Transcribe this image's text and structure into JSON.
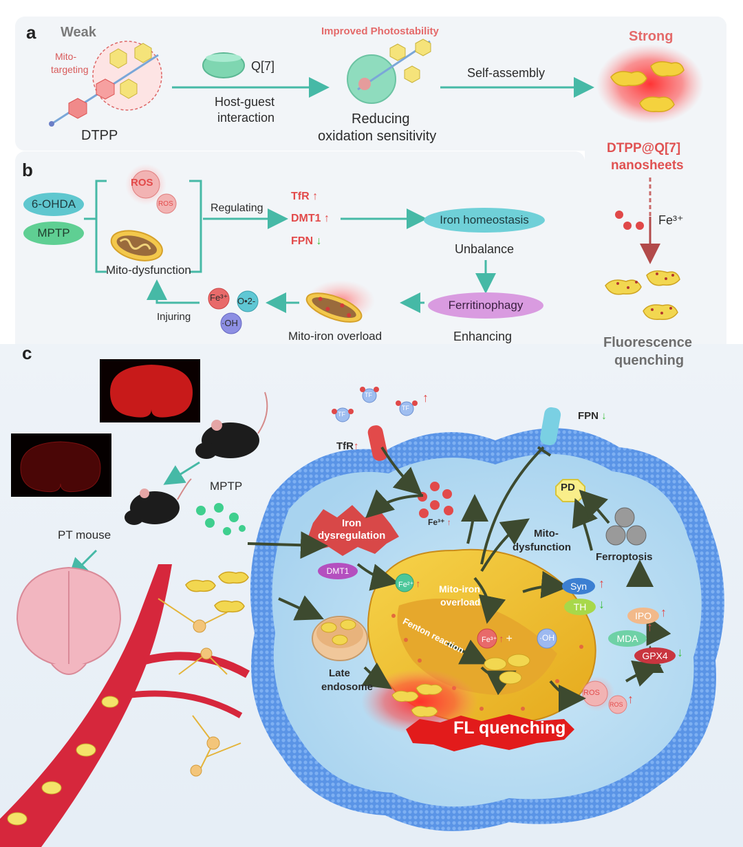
{
  "panels": {
    "a": "a",
    "b": "b",
    "c": "c"
  },
  "panel_a": {
    "weak": "Weak",
    "mito_targeting": [
      "Mito-",
      "targeting"
    ],
    "dtpp": "DTPP",
    "q7": "Q[7]",
    "host_guest": [
      "Host-guest",
      "interaction"
    ],
    "improved": "Improved Photostability",
    "reducing": [
      "Reducing",
      "oxidation sensitivity"
    ],
    "self_assembly": "Self-assembly",
    "strong": "Strong",
    "nanosheets": [
      "DTPP@Q[7]",
      "nanosheets"
    ],
    "fe3": "Fe³⁺",
    "quench": [
      "Fluorescence",
      "quenching"
    ]
  },
  "panel_b": {
    "ohda": "6-OHDA",
    "mptp": "MPTP",
    "ros_big": "ROS",
    "ros_small": "ROS",
    "mito_dys": "Mito-dysfunction",
    "regulating": "Regulating",
    "tfr": "TfR",
    "dmt1": "DMT1",
    "fpn": "FPN",
    "iron_homeo": "Iron homeostasis",
    "unbalance": "Unbalance",
    "ferritinophagy": "Ferritinophagy",
    "enhancing": "Enhancing",
    "mito_iron": "Mito-iron overload",
    "fe3": "Fe³⁺",
    "o2": "O•2-",
    "oh": "·OH",
    "injuring": "Injuring"
  },
  "panel_c": {
    "mptp": "MPTP",
    "pt_mouse": "PT mouse",
    "tf": "TF",
    "tfr": "TfR",
    "fpn": "FPN",
    "fe3": "Fe³⁺",
    "pd": "PD",
    "iron_dys": [
      "Iron",
      "dysregulation"
    ],
    "dmt1": "DMT1",
    "fe2": "Fe²⁺",
    "mito_iron": [
      "Mito-iron",
      "overload"
    ],
    "fenton": "Fenton reaction",
    "fe3b": "Fe³⁺",
    "oh": "·OH",
    "mito_dys": [
      "Mito-",
      "dysfunction"
    ],
    "ferroptosis": "Ferroptosis",
    "syn": "Syn",
    "th": "TH",
    "ipo": "IPO",
    "mda": "MDA",
    "gpx4": "GPX4",
    "ros1": "ROS",
    "ros2": "ROS",
    "late_endo": [
      "Late",
      "endosome"
    ],
    "fl": "FL quenching"
  },
  "colors": {
    "teal_arrow": "#46b9a6",
    "red_text": "#e24a4a",
    "green_arrow": "#3cbf3c",
    "cell_blue": "#4f8ee0",
    "mito_yellow": "#f2c030",
    "quench_red": "#e21b1b"
  }
}
